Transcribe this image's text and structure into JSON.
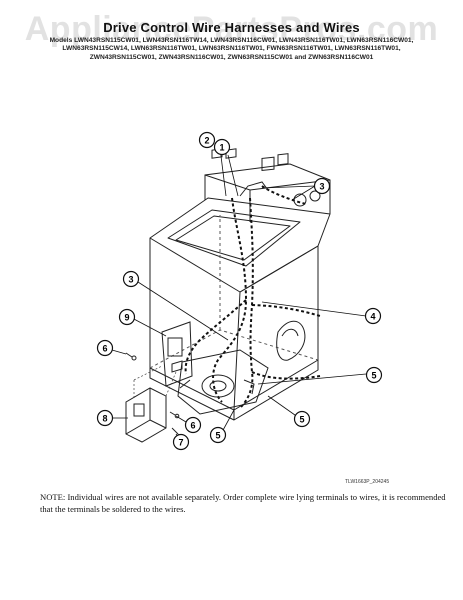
{
  "header": {
    "watermark": "AppliancePartsPros.com",
    "title": "Drive Control Wire Harnesses and Wires",
    "model_lines": [
      "Models LWN43RSN115CW01, LWN43RSN116TW14, LWN43RSN116CW01, LWN43RSN116TW01, LWN63RSN116CW01,",
      "LWN63RSN115CW14, LWN63RSN116TW01, LWN63RSN116TW01, FWN63RSN116TW01, LWN63RSN116TW01,",
      "ZWN43RSN115CW01, ZWN43RSN116CW01, ZWN63RSN115CW01 and ZWN63RSN116CW01"
    ]
  },
  "callouts": [
    {
      "label": "1"
    },
    {
      "label": "2"
    },
    {
      "label": "3"
    },
    {
      "label": "3"
    },
    {
      "label": "4"
    },
    {
      "label": "5"
    },
    {
      "label": "5"
    },
    {
      "label": "5"
    },
    {
      "label": "6"
    },
    {
      "label": "6"
    },
    {
      "label": "7"
    },
    {
      "label": "8"
    },
    {
      "label": "9"
    }
  ],
  "diagram_code": "TLW1663P_204245",
  "note": "NOTE: Individual wires are not available separately. Order complete wire lying terminals to wires, it is recommended that the terminals be soldered to the wires."
}
